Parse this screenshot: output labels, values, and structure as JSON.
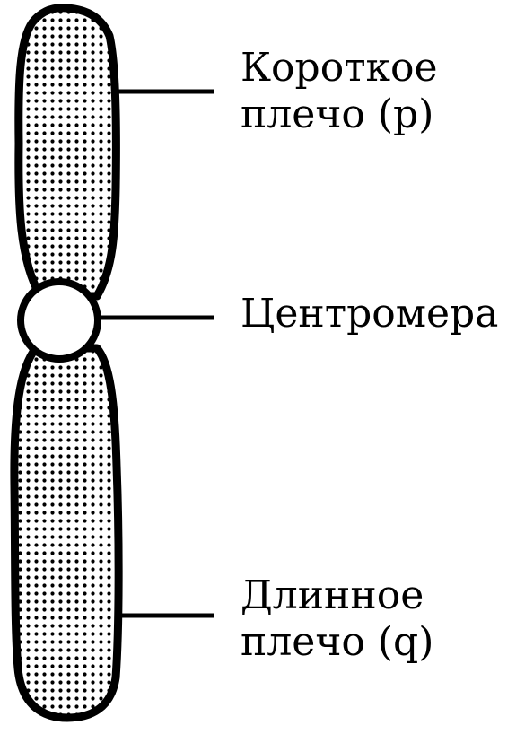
{
  "diagram": {
    "labels": {
      "short_arm": [
        "Короткое",
        "плечо (p)"
      ],
      "centromere": "Центромера",
      "long_arm": [
        "Длинное",
        "плечо (q)"
      ]
    },
    "colors": {
      "stroke": "#000000",
      "fill": "#ffffff",
      "dots": "#000000"
    }
  }
}
